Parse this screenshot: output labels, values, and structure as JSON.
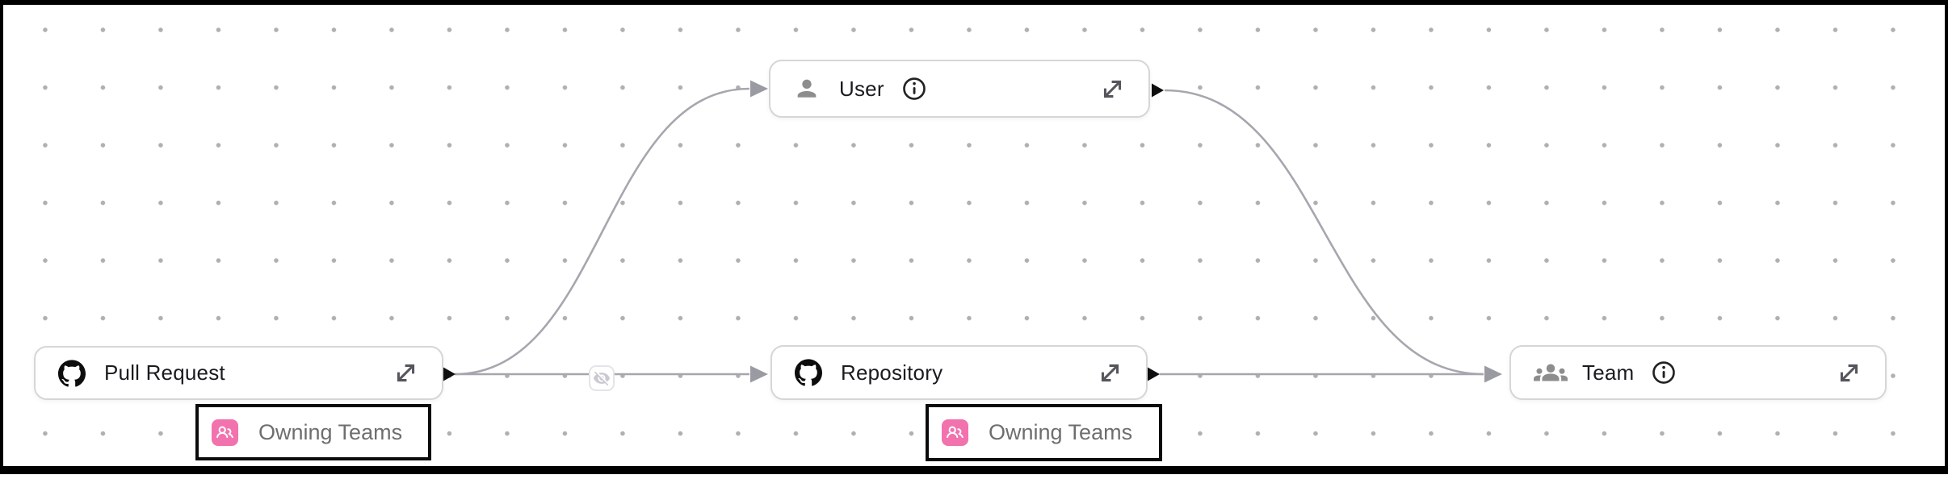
{
  "diagram": {
    "nodes": [
      {
        "id": "pull-request",
        "label": "Pull Request",
        "type_icon": "github-icon",
        "expand_icon": "open-in-full-icon"
      },
      {
        "id": "user",
        "label": "User",
        "type_icon": "person-icon",
        "info_icon": "info-icon",
        "expand_icon": "open-in-full-icon"
      },
      {
        "id": "repository",
        "label": "Repository",
        "type_icon": "github-icon",
        "expand_icon": "open-in-full-icon"
      },
      {
        "id": "team",
        "label": "Team",
        "type_icon": "groups-icon",
        "info_icon": "info-icon",
        "expand_icon": "open-in-full-icon"
      }
    ],
    "attached_labels": [
      {
        "id": "owning-teams-pull-request",
        "text": "Owning Teams",
        "icon": "team-pink-icon"
      },
      {
        "id": "owning-teams-repository",
        "text": "Owning Teams",
        "icon": "team-pink-icon"
      }
    ],
    "edges": [
      {
        "from": "pull-request",
        "to": "user"
      },
      {
        "from": "pull-request",
        "to": "repository",
        "badge_icon": "eye-off-icon"
      },
      {
        "from": "repository",
        "to": "team"
      },
      {
        "from": "user",
        "to": "team"
      }
    ],
    "colors": {
      "edge": "#a6a6ae",
      "handle": "#0f0f0f",
      "node_border": "#d6d6d6",
      "node_text": "#1b1b1f",
      "label_border": "#0b0b0b",
      "label_text": "#6e6e6e",
      "pink_badge": "#f272ae",
      "grid_dot": "#b0b0b0",
      "frame": "#000000"
    }
  }
}
